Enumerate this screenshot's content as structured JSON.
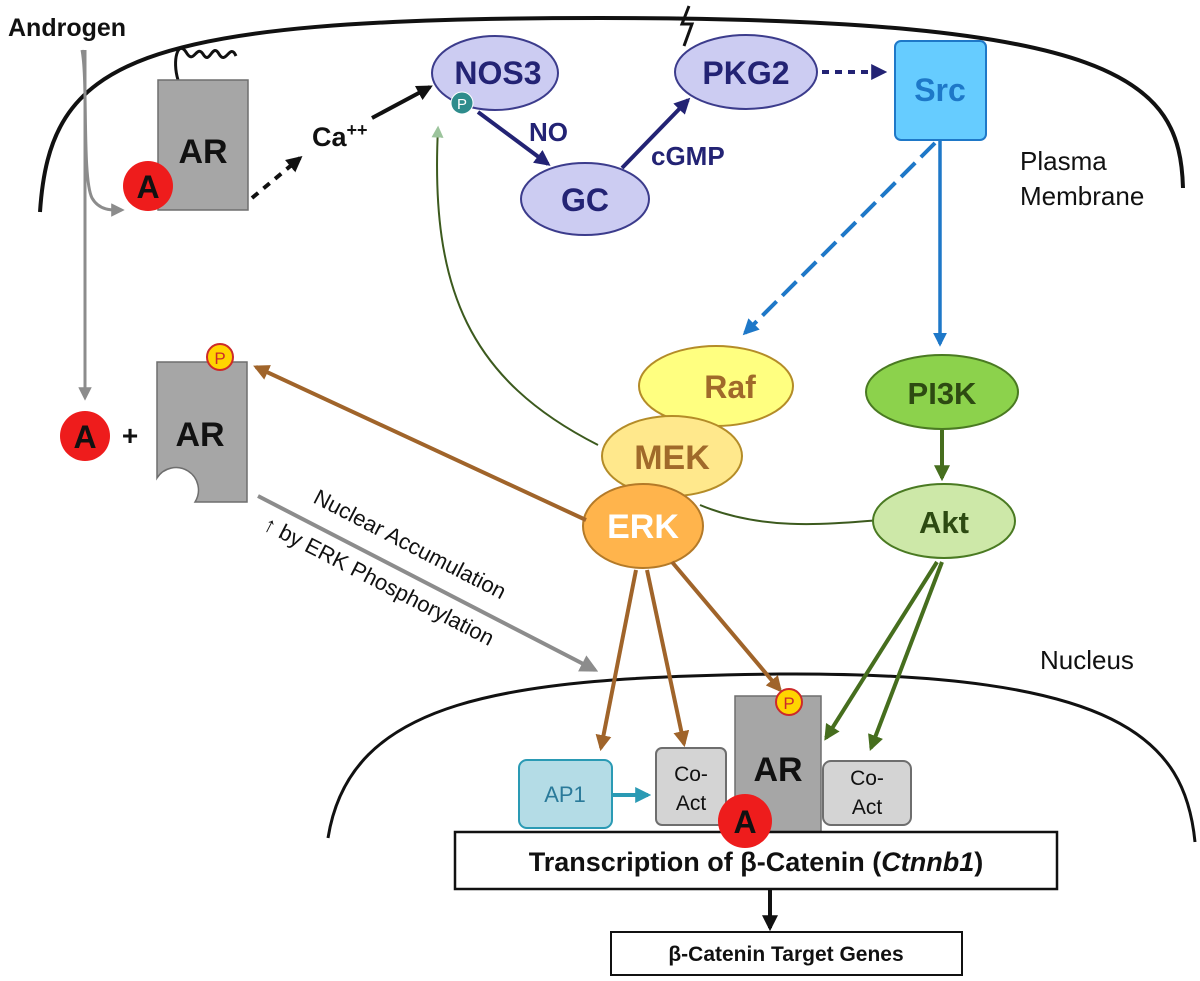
{
  "labels": {
    "androgen": "Androgen",
    "plasma_membrane_1": "Plasma",
    "plasma_membrane_2": "Membrane",
    "nucleus": "Nucleus",
    "ca_base": "Ca",
    "ca_sup": "++",
    "no": "NO",
    "cgmp": "cGMP",
    "plus": "+",
    "nuclear_accumulation_1": "Nuclear Accumulation",
    "nuclear_accumulation_2": "↑ by ERK Phosphorylation"
  },
  "nodes": {
    "ar_membrane": "AR",
    "a_membrane": "A",
    "nos3": "NOS3",
    "p_nos3": "P",
    "gc": "GC",
    "pkg2": "PKG2",
    "src": "Src",
    "a_cyto": "A",
    "ar_cyto": "AR",
    "p_cyto": "P",
    "raf": "Raf",
    "mek": "MEK",
    "erk": "ERK",
    "pi3k": "PI3K",
    "akt": "Akt",
    "ap1": "AP1",
    "coact_left_1": "Co-",
    "coact_left_2": "Act",
    "ar_nucleus": "AR",
    "p_nucleus": "P",
    "a_nucleus": "A",
    "coact_right_1": "Co-",
    "coact_right_2": "Act"
  },
  "transcription": {
    "prefix": "Transcription of β-Catenin (",
    "gene": "Ctnnb1",
    "suffix": ")"
  },
  "target_genes": "β-Catenin Target Genes",
  "colors": {
    "androgen_red": "#ee1c1c",
    "ar_gray": "#a6a6a6",
    "nos_fill": "#ccccf2",
    "nos_stroke": "#3c3c8c",
    "navy_arrow": "#232374",
    "src_fill": "#66ccff",
    "src_blue": "#1e78c8",
    "raf_fill": "#ffff80",
    "mek_fill": "#ffe88c",
    "erk_fill": "#ffb44c",
    "brown_arrow": "#a0642a",
    "pi3k_fill": "#8cd24c",
    "akt_fill": "#cde8a8",
    "green_arrow": "#466e1e",
    "ap1_fill": "#b4dce6",
    "ap1_teal": "#2a9ab4",
    "p_yellow": "#ffd400",
    "p_teal": "#2e8c8c"
  }
}
